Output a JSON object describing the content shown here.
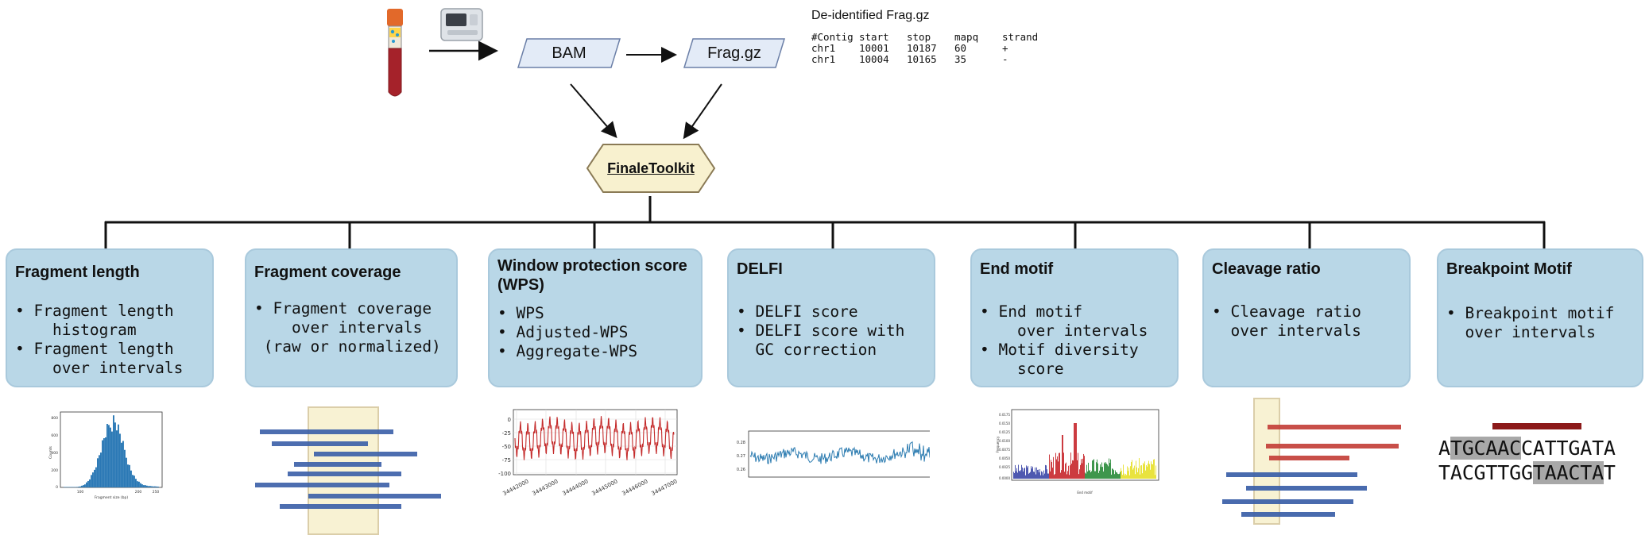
{
  "pipeline": {
    "bam_label": "BAM",
    "frag_label": "Frag.gz",
    "center_label": "FinaleToolkit",
    "deidentified_title": "De-identified Frag.gz",
    "table_header": [
      "#Contig",
      "start",
      "stop",
      "mapq",
      "strand"
    ],
    "table_rows": [
      [
        "chr1",
        "10001",
        "10187",
        "60",
        "+"
      ],
      [
        "chr1",
        "10004",
        "10165",
        "35",
        "-"
      ]
    ]
  },
  "cards": [
    {
      "title": "Fragment length",
      "items": [
        "Fragment length",
        "  histogram",
        "Fragment length",
        "  over intervals"
      ]
    },
    {
      "title": "Fragment coverage",
      "items": [
        "Fragment coverage",
        "  over intervals",
        " (raw or normalized)"
      ]
    },
    {
      "title_1": "Window protection score",
      "title_2": "(WPS)",
      "items": [
        "WPS",
        "Adjusted-WPS",
        "Aggregate-WPS"
      ]
    },
    {
      "title": "DELFI",
      "items": [
        "DELFI score",
        "DELFI score with",
        "GC correction"
      ]
    },
    {
      "title": "End motif",
      "items": [
        "End motif",
        "  over intervals",
        "Motif diversity",
        "  score"
      ]
    },
    {
      "title": "Cleavage ratio",
      "items": [
        "Cleavage ratio",
        "over intervals"
      ]
    },
    {
      "title": "Breakpoint Motif",
      "items": [
        "Breakpoint motif",
        "over intervals"
      ]
    }
  ],
  "thumbs": {
    "hist": {
      "yticks": [
        "800",
        "600",
        "400",
        "200",
        "0"
      ],
      "xticks": [
        "100",
        "200",
        "250"
      ],
      "xlabel": "Fragment size (bp)",
      "ylabel": "Counts"
    },
    "wps": {
      "yticks": [
        "0",
        "-25",
        "-50",
        "-75",
        "-100"
      ],
      "xticks": [
        "34442000",
        "34443000",
        "34444000",
        "34445000",
        "34446000",
        "34447000"
      ]
    },
    "delfi": {
      "yticks": [
        "0.28",
        "0.27",
        "0.26"
      ]
    },
    "endmotif": {
      "yticks": [
        "0.0175",
        "0.0150",
        "0.0125",
        "0.0100",
        "0.0075",
        "0.0050",
        "0.0025",
        "0.0000"
      ],
      "ylabel": "Frequency",
      "xlabel": "End motif"
    },
    "breakpoint": {
      "seq_top_pre": "A",
      "seq_top_hl": "TGCAAC",
      "seq_top_post": "CATTGATA",
      "seq_bot_pre": "TACGTTGG",
      "seq_bot_hl": "TAACTA",
      "seq_bot_post": "T"
    }
  },
  "colors": {
    "card_bg": "#b9d7e7",
    "para_fill": "#e3ebf7",
    "hex_fill": "#f8f1cf",
    "blue_bar": "#3a5fa8",
    "red_bar": "#c4413a",
    "hist_blue": "#2a78b5",
    "wps_red": "#c42b2b",
    "delfi_blue": "#2b7bb0"
  }
}
